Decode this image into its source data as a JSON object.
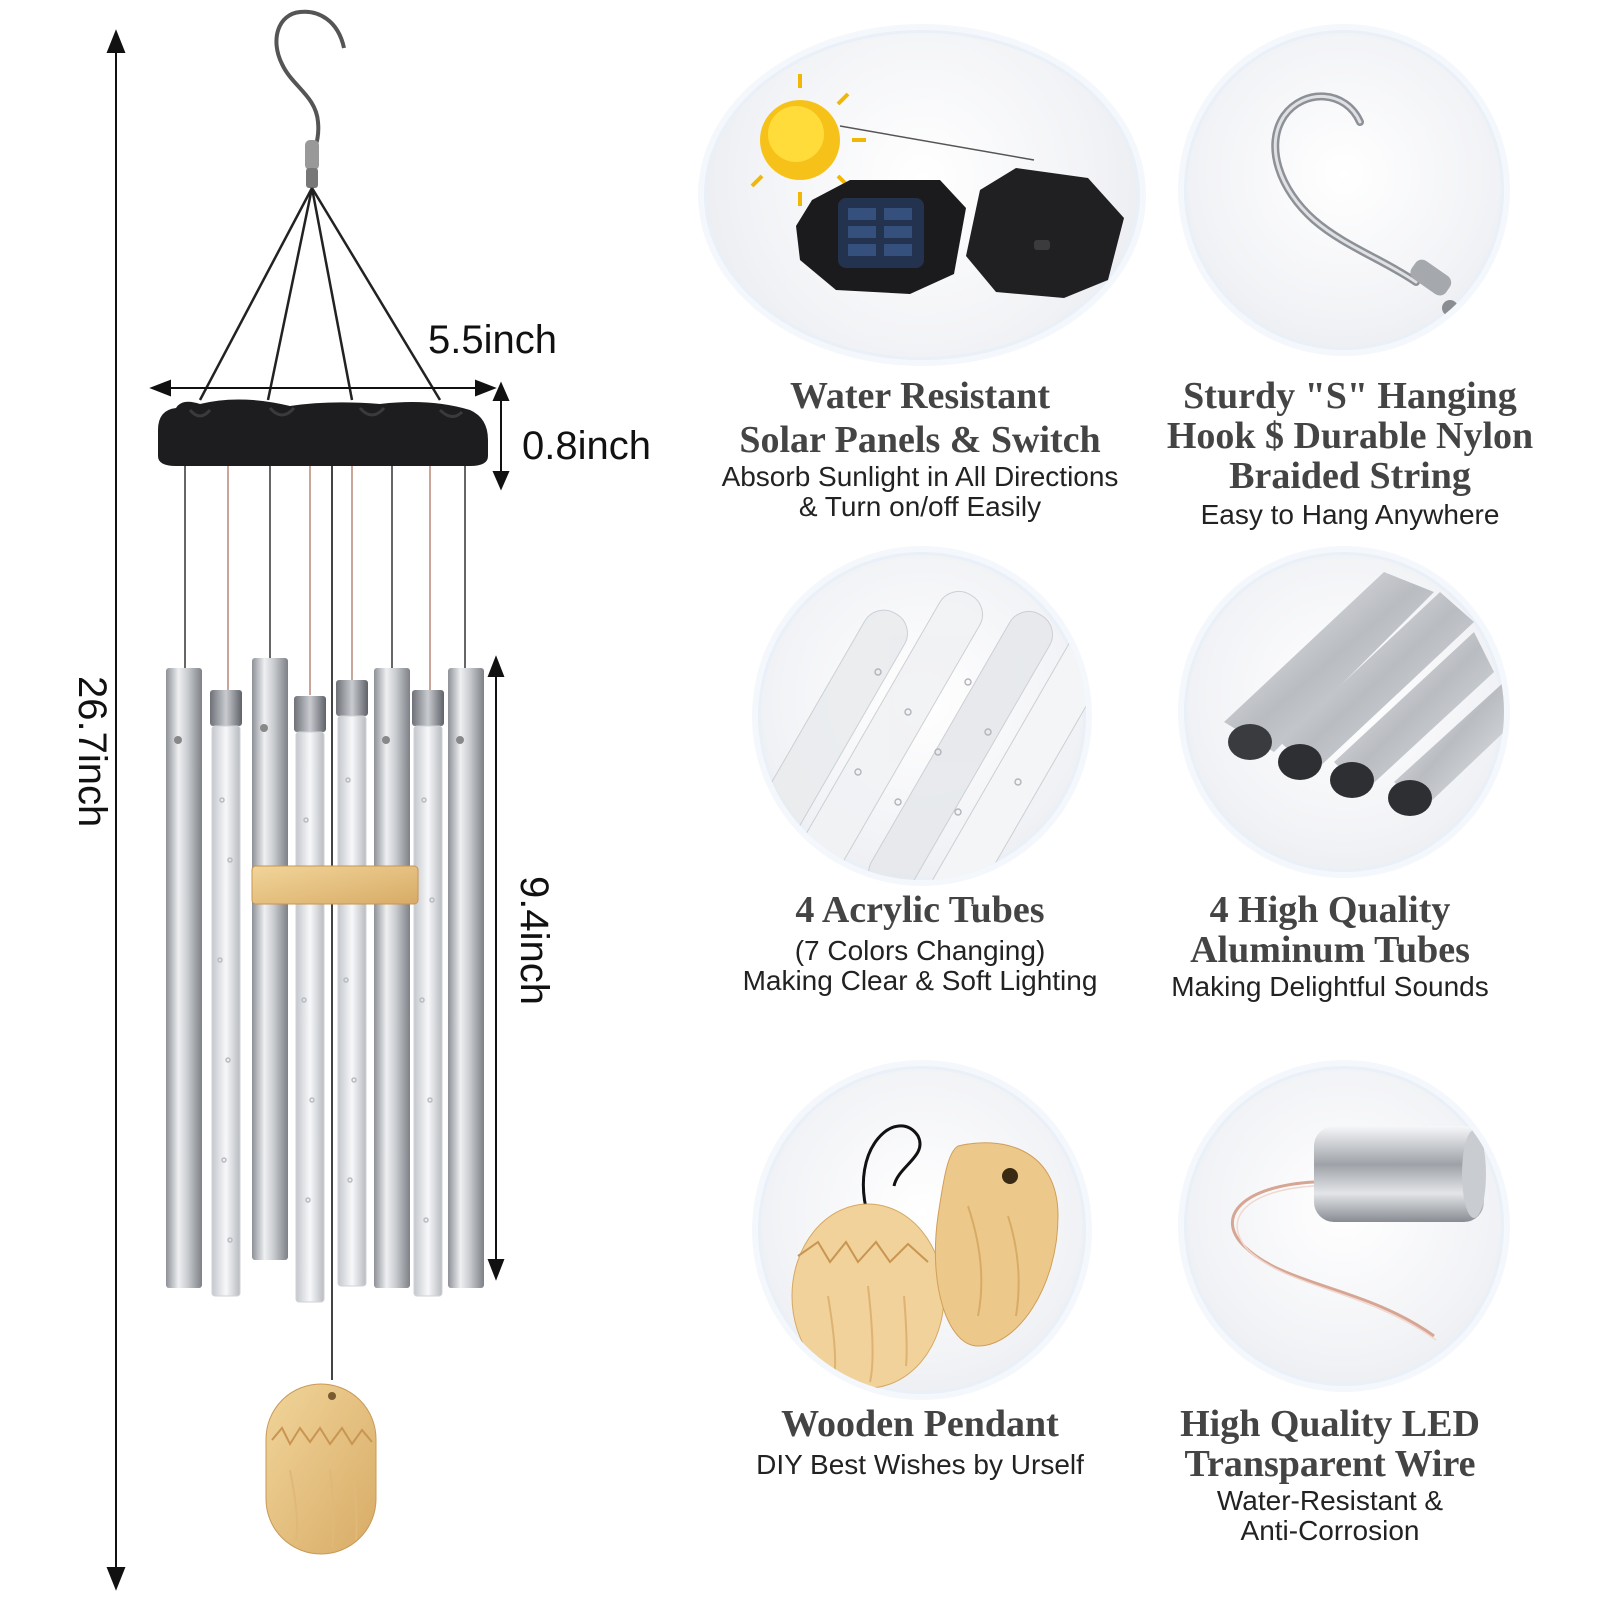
{
  "dimensions": {
    "width_label": "5.5inch",
    "height_label": "0.8inch",
    "total_length_label": "26.7inch",
    "tube_length_label": "9.4inch"
  },
  "features": [
    {
      "title_lines": [
        "Water Resistant",
        "Solar Panels & Switch"
      ],
      "sub_lines": [
        "Absorb Sunlight in All Directions",
        "& Turn on/off Easily"
      ],
      "icon": "solar-panel-icon"
    },
    {
      "title_lines": [
        "Sturdy \"S\" Hanging",
        "Hook $ Durable Nylon",
        "Braided String"
      ],
      "sub_lines": [
        "Easy to Hang Anywhere"
      ],
      "icon": "s-hook-icon"
    },
    {
      "title_lines": [
        "4 Acrylic Tubes"
      ],
      "sub_lines": [
        "(7 Colors Changing)",
        "Making Clear & Soft Lighting"
      ],
      "icon": "acrylic-tube-icon"
    },
    {
      "title_lines": [
        "4 High Quality",
        "Aluminum Tubes"
      ],
      "sub_lines": [
        "Making Delightful Sounds"
      ],
      "icon": "aluminum-tube-icon"
    },
    {
      "title_lines": [
        "Wooden Pendant"
      ],
      "sub_lines": [
        "DIY Best Wishes by Urself"
      ],
      "icon": "wooden-pendant-icon"
    },
    {
      "title_lines": [
        "High Quality LED",
        "Transparent Wire"
      ],
      "sub_lines": [
        "Water-Resistant &",
        "Anti-Corrosion"
      ],
      "icon": "led-wire-icon"
    }
  ]
}
